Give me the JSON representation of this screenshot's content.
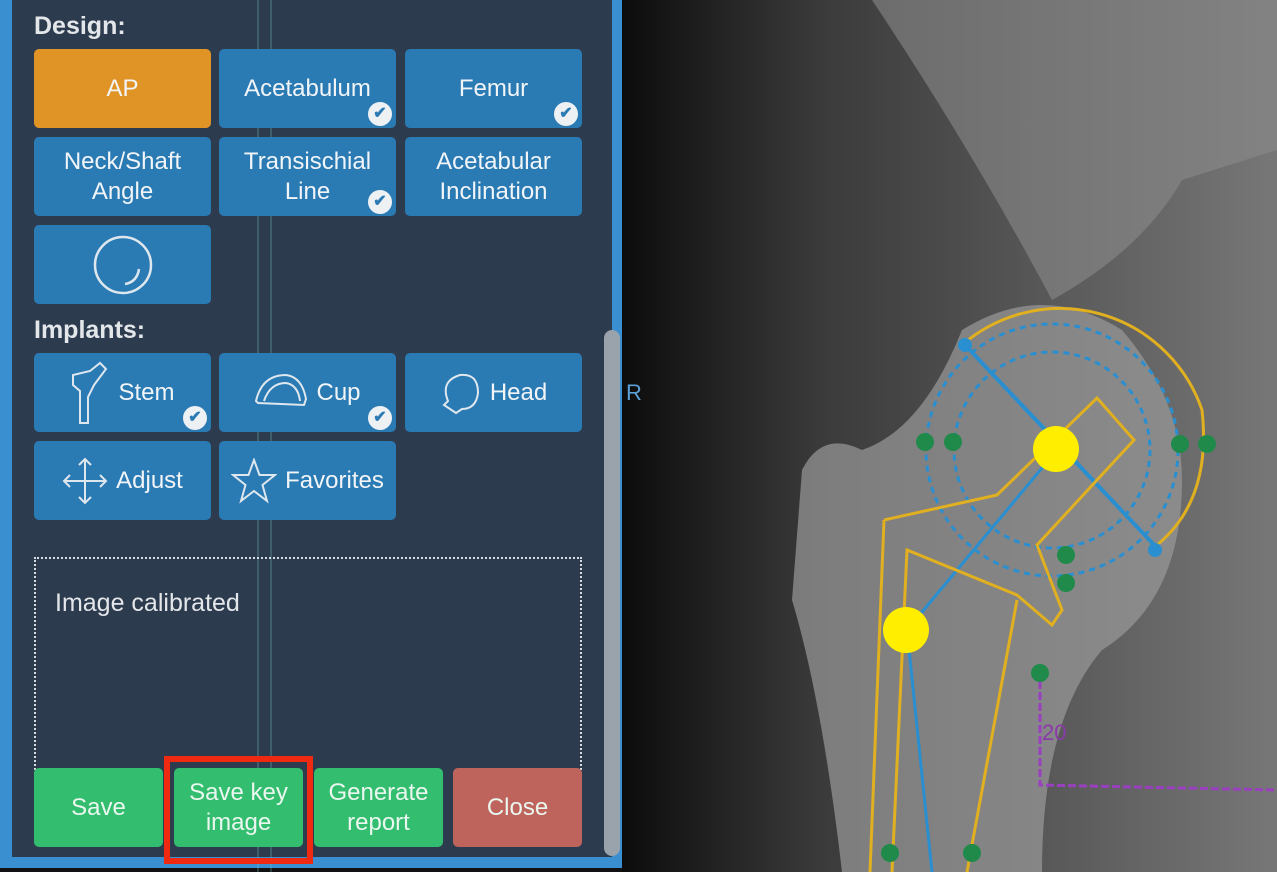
{
  "design": {
    "label": "Design:",
    "buttons": [
      {
        "label": "AP",
        "active": true,
        "checked": false
      },
      {
        "label": "Acetabulum",
        "checked": true
      },
      {
        "label": "Femur",
        "checked": true
      },
      {
        "label": "Neck/Shaft Angle",
        "checked": false
      },
      {
        "label": "Transischial Line",
        "checked": true
      },
      {
        "label": "Acetabular Inclination",
        "checked": false
      }
    ]
  },
  "implants": {
    "label": "Implants:",
    "buttons": [
      {
        "label": "Stem",
        "icon": "stem-icon",
        "checked": true
      },
      {
        "label": "Cup",
        "icon": "cup-icon",
        "checked": true
      },
      {
        "label": "Head",
        "icon": "head-icon",
        "checked": false
      },
      {
        "label": "Adjust",
        "icon": "move-icon"
      },
      {
        "label": "Favorites",
        "icon": "star-icon"
      }
    ]
  },
  "message": "Image calibrated",
  "actions": {
    "save": "Save",
    "save_key_image": "Save key image",
    "generate_report": "Generate report",
    "close": "Close"
  },
  "xray": {
    "side_marker": "R",
    "measure_label": "20"
  },
  "colors": {
    "accent": "#e09426",
    "button": "#2a7ab4",
    "green": "#33bd6e",
    "red": "#bf645d",
    "highlight": "#f02a10"
  }
}
